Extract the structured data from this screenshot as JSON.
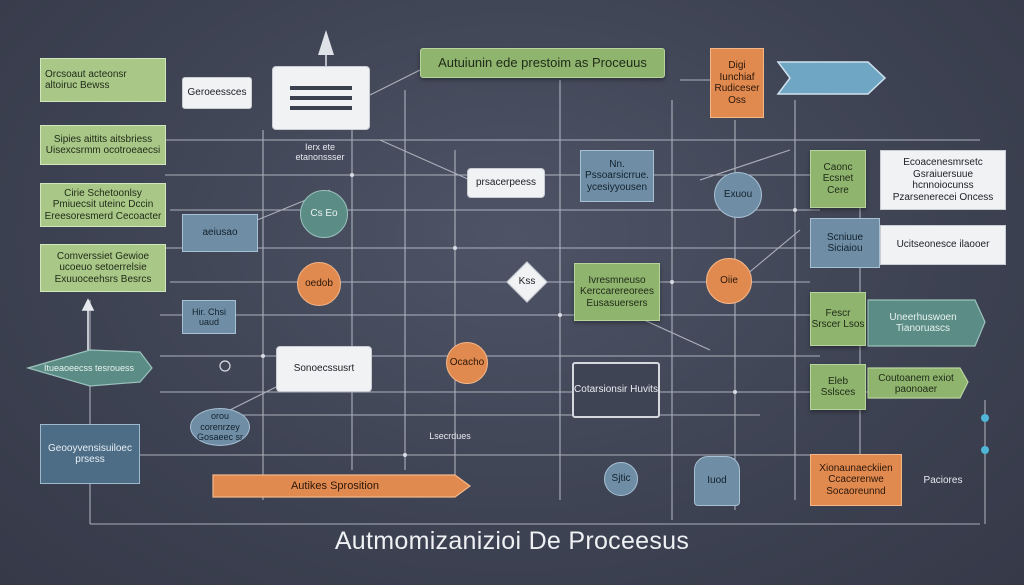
{
  "title": "Autmomizanizioi De Proceesus",
  "header_banner": "Autuiunin ede prestoim as Proceuus",
  "left_column": [
    "Orcsoaut acteonsr altoiruc Bewss",
    "Sipies aittits aitsbriess Uisexcsrmm ocotroeaecsi",
    "Cirie Schetoonlsy Pmiuecsit uteinc Dccin Ereesoresmerd Cecoacter",
    "Comverssiet Gewioe ucoeuo setoerrelsie Exuuoceehsrs Besrcs"
  ],
  "left_small_box": "Geroeessces",
  "center_doc_box": "",
  "bubble_label_1": "Ierx ete etanonssser",
  "mid_label_1": "prsacerpeess",
  "gray_box_left": "aeiusao",
  "circle_left": "Cs Eo",
  "orange_circle_left": "oedob",
  "small_blue_left": "Hir. Chsi uaud",
  "arrow_bubble_left": "Itueaoeecss tesrouess",
  "white_box_center_low": "Sonoecssusrt",
  "gray_box_bottom_left": "orou corenrzey Gosaeec sr",
  "label_bottom_mid": "Lsecrdues",
  "bottom_left_box": "Geooyvensisuiloec prsess",
  "bottom_orange_bar": "Autikes Sprosition",
  "blue_box_center": "Nn. Pssoarsicrrue. ycesiyyousen",
  "diamond_label": "Kss",
  "green_box_center": "Ivresmneuso Kerccarereorees Eusasuersers",
  "orange_circle_center": "Ocacho",
  "dark_box_center": "Cotarsionsir Huvits",
  "gray_circle_bottom": "Sjtic",
  "right_orange_box": "Digi Iunchiaf Rudiceser Oss",
  "right_arrow": "",
  "right_circle_top": "Exuou",
  "right_green_1": "Caonc Ecsnet Cere",
  "right_green_2": "Fescr Srscer Lsos",
  "right_green_3": "Eleb Sslsces",
  "right_white_1": "Ecoacenesmrsetc Gsraiuersuue hcnnoiocunss Pzarsenerecei Oncess",
  "right_white_2": "Ucitseonesce ilaooer",
  "right_blue_1": "Scniuue Siciaiou",
  "right_teal_1": "Uneerhuswoen Tianoruascs",
  "right_green_wide": "Coutoanem exiot paonoaer",
  "orange_circle_right": "Oiie",
  "right_bottom_blue": "Iuod",
  "right_bottom_orange": "Xionaunaeckiien Ccacerenwe Socaoreunnd",
  "right_bottom_label": "Paciores",
  "colors": {
    "background": "#3d4252",
    "green": "#8fb46e",
    "blue": "#6f8ea6",
    "orange": "#e08a4f",
    "teal": "#5b8c86",
    "line": "#cfd4dc"
  }
}
